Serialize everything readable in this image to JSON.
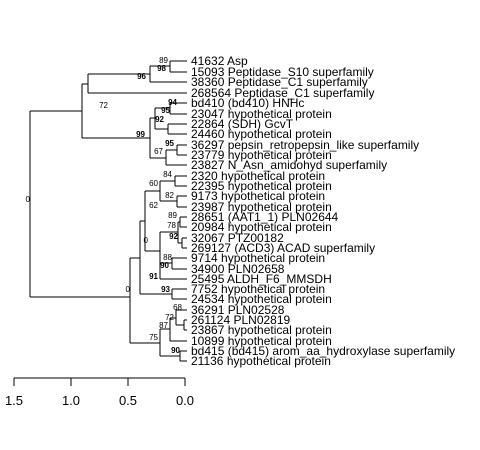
{
  "tree": {
    "leaves": [
      "41632 Asp",
      "15093 Peptidase_S10 superfamily",
      "38360 Peptidase_C1 superfamily",
      "268564 Peptidase_C1 superfamily",
      "bd410 (bd410) HNHc",
      "23047 hypothetical protein",
      "22864 (SDH) GcvT",
      "24460 hypothetical protein",
      "36297 pepsin_retropepsin_like superfamily",
      "23779 hypothetical protein",
      "23827 N_Asn_amidohyd superfamily",
      "2320 hypothetical protein",
      "22395 hypothetical protein",
      "9173 hypothetical protein",
      "23987 hypothetical protein",
      "28651 (AAT1_1) PLN02644",
      "20984 hypothetical protein",
      "32067 PTZ00182",
      "269127 (ACD3) ACAD superfamily",
      "9714 hypothetical protein",
      "34900 PLN02658",
      "25495 ALDH_F6_MMSDH",
      "7752 hypothetical protein",
      "24534 hypothetical protein",
      "36291 PLN02528",
      "261124 PLN02819",
      "23867 hypothetical protein",
      "10899 hypothetical protein",
      "bd415 (bd415) arom_aa_hydroxylase superfamily",
      "21136 hypothetical protein"
    ],
    "bootstrap": [
      {
        "value": "89",
        "bold": false
      },
      {
        "value": "98",
        "bold": true
      },
      {
        "value": "96",
        "bold": true
      },
      {
        "value": "72",
        "bold": false
      },
      {
        "value": "94",
        "bold": true
      },
      {
        "value": "95",
        "bold": true
      },
      {
        "value": "92",
        "bold": true
      },
      {
        "value": "95",
        "bold": true
      },
      {
        "value": "67",
        "bold": false
      },
      {
        "value": "99",
        "bold": true
      },
      {
        "value": "0",
        "bold": false
      },
      {
        "value": "84",
        "bold": false
      },
      {
        "value": "60",
        "bold": false
      },
      {
        "value": "82",
        "bold": false
      },
      {
        "value": "62",
        "bold": false
      },
      {
        "value": "89",
        "bold": false
      },
      {
        "value": "78",
        "bold": false
      },
      {
        "value": "92",
        "bold": true
      },
      {
        "value": "0",
        "bold": false
      },
      {
        "value": "88",
        "bold": false
      },
      {
        "value": "90",
        "bold": true
      },
      {
        "value": "91",
        "bold": true
      },
      {
        "value": "93",
        "bold": true
      },
      {
        "value": "0",
        "bold": false
      },
      {
        "value": "68",
        "bold": false
      },
      {
        "value": "72",
        "bold": false
      },
      {
        "value": "87",
        "bold": false
      },
      {
        "value": "75",
        "bold": false
      },
      {
        "value": "90",
        "bold": true
      }
    ],
    "axis": {
      "ticks": [
        "1.5",
        "1.0",
        "0.5",
        "0.0"
      ]
    }
  }
}
